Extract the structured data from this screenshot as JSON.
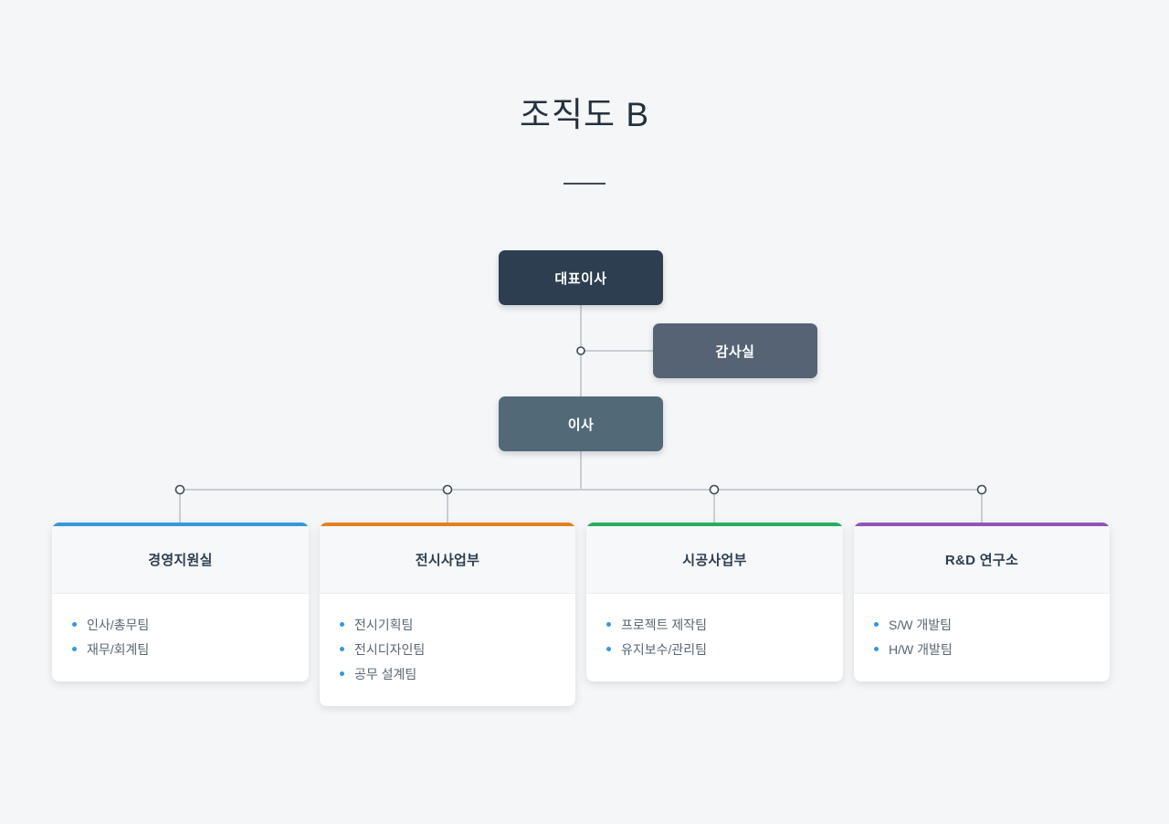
{
  "page": {
    "title": "조직도 B",
    "background_color": "#f5f6f7",
    "divider_color": "#3d4a57"
  },
  "hierarchy": {
    "top": {
      "label": "대표이사",
      "color": "#2d3e50"
    },
    "staff": {
      "label": "감사실",
      "color": "#566375"
    },
    "second": {
      "label": "이사",
      "color": "#526a78"
    }
  },
  "departments": [
    {
      "name": "경영지원실",
      "accent": "#3498db",
      "teams": [
        "인사/총무팀",
        "재무/회계팀"
      ]
    },
    {
      "name": "전시사업부",
      "accent": "#e3811f",
      "teams": [
        "전시기획팀",
        "전시디자인팀",
        "공무 설계팀"
      ]
    },
    {
      "name": "시공사업부",
      "accent": "#27ae60",
      "teams": [
        "프로젝트 제작팀",
        "유지보수/관리팀"
      ]
    },
    {
      "name": "R&D 연구소",
      "accent": "#9355b5",
      "teams": [
        "S/W 개발팀",
        "H/W 개발팀"
      ]
    }
  ],
  "connectors": {
    "line_color": "#c7ced6",
    "node_fill": "#ffffff",
    "node_stroke": "#3d4a57"
  }
}
